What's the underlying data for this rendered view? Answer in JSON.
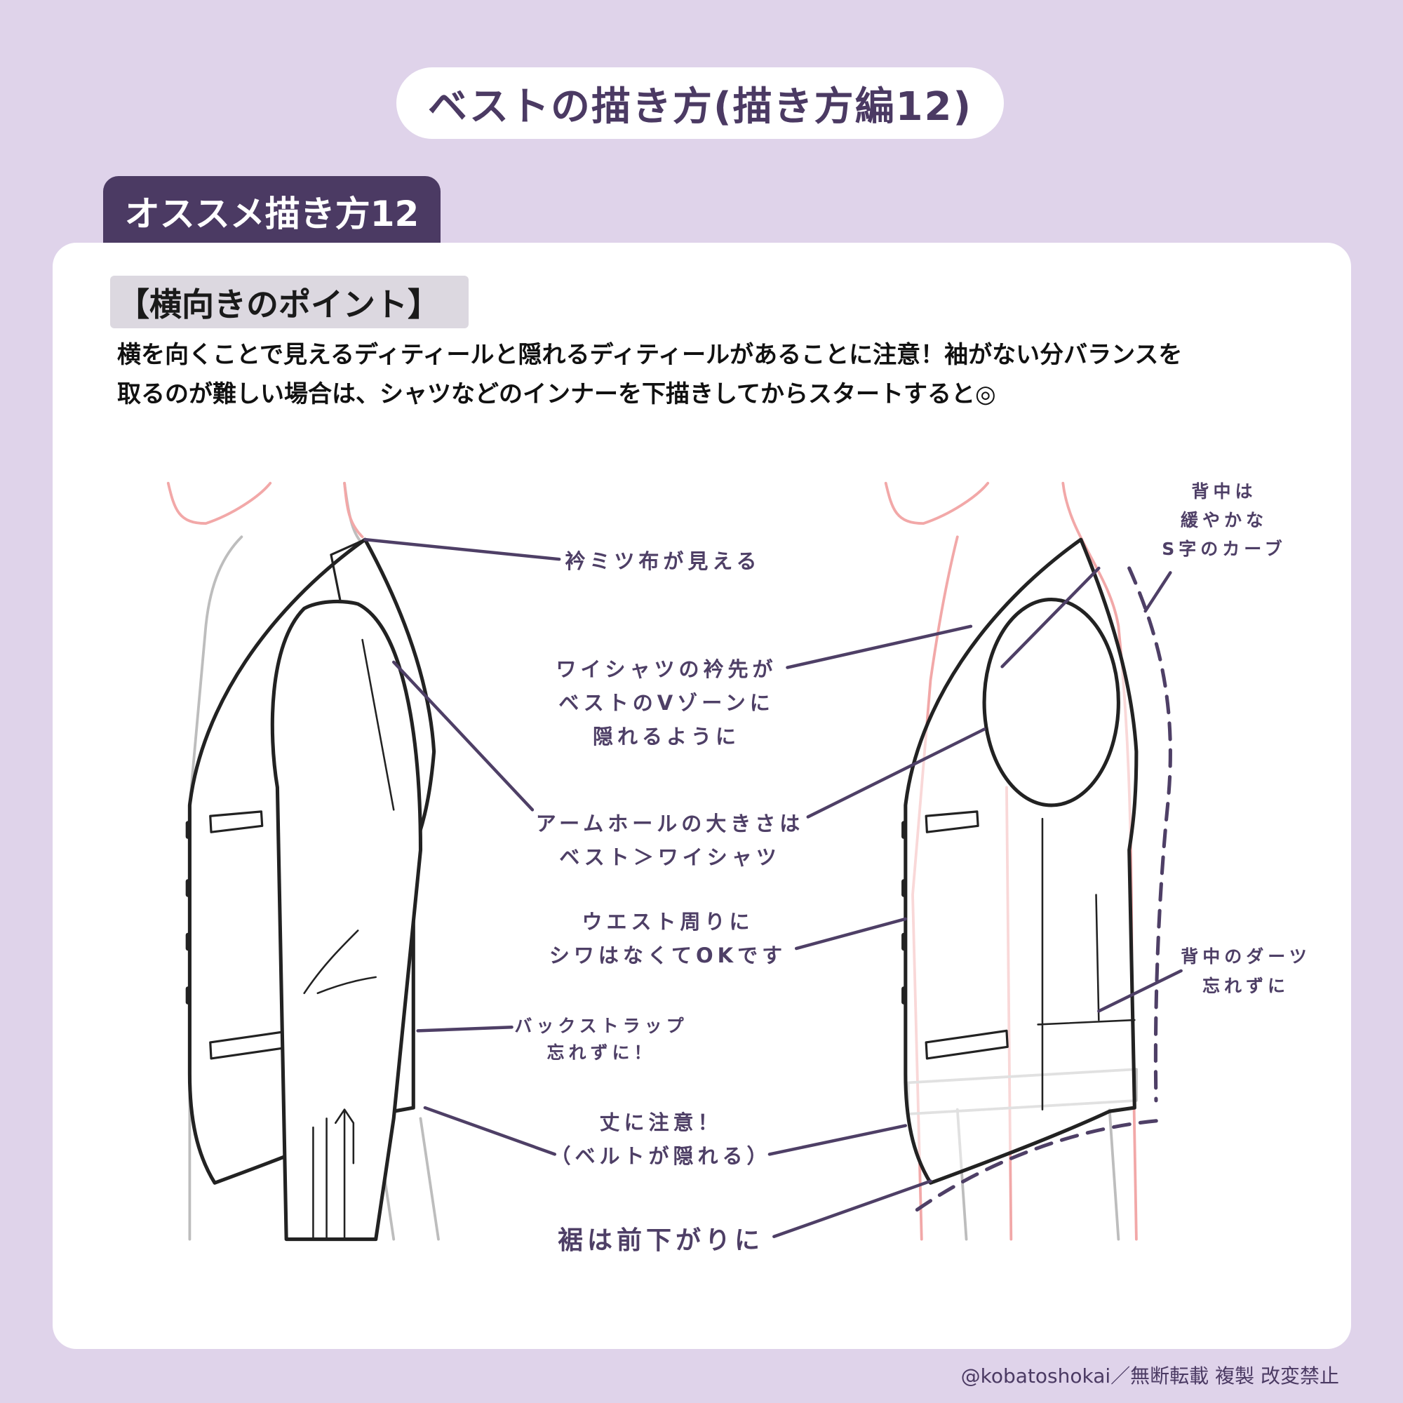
{
  "title": "ベストの描き方(描き方編12)",
  "tab_label": "オススメ描き方12",
  "section_heading": "【横向きのポイント】",
  "body_lines": [
    "横を向くことで見えるディティールと隠れるディティールがあることに注意！袖がない分バランスを",
    "取るのが難しい場合は、シャツなどのインナーを下描きしてからスタートすると◎"
  ],
  "annotations": {
    "collar_cloth": "衿ミツ布が見える",
    "shirt_collar": [
      "ワイシャツの衿先が",
      "ベストのVゾーンに",
      "隠れるように"
    ],
    "armhole": [
      "アームホールの大きさは",
      "ベスト＞ワイシャツ"
    ],
    "waist": [
      "ウエスト周りに",
      "シワはなくてOKです"
    ],
    "back_strap": [
      "バックストラップ",
      "忘れずに！"
    ],
    "length": [
      "丈に注意！",
      "（ベルトが隠れる）"
    ],
    "hem": "裾は前下がりに",
    "back_curve": [
      "背中は",
      "緩やかな",
      "S字のカーブ"
    ],
    "back_darts": [
      "背中のダーツ",
      "忘れずに"
    ]
  },
  "footer": "@kobatoshokai／無断転載 複製 改変禁止",
  "colors": {
    "background": "#dfd3ea",
    "accent": "#4b3a63",
    "label": "#4e3f66",
    "guide_pink": "#f2a8a8"
  }
}
